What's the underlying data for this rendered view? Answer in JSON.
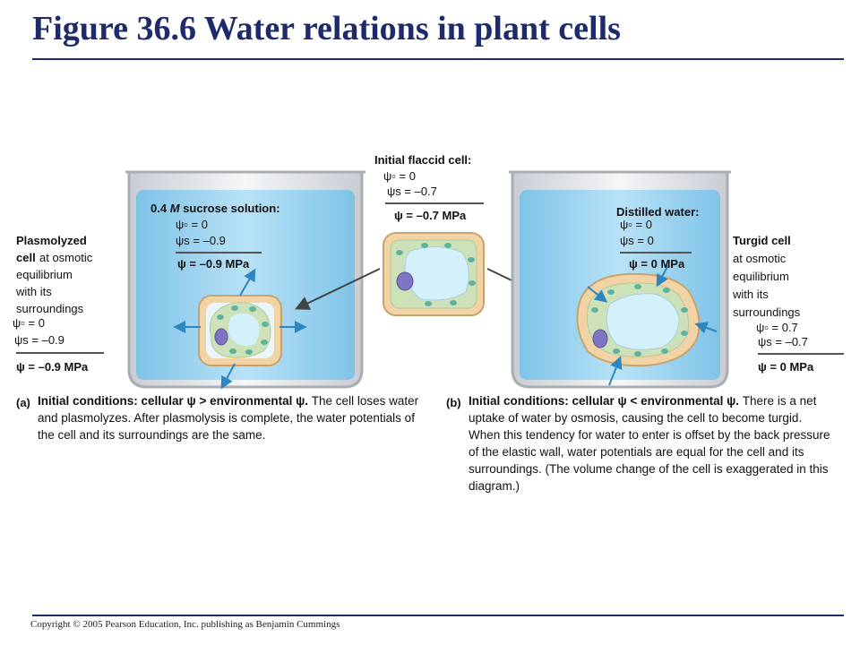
{
  "title": "Figure 36.6 Water relations in plant cells",
  "copyright": "Copyright © 2005 Pearson Education, Inc. publishing as Benjamin Cummings",
  "center": {
    "heading": "Initial flaccid cell:",
    "psi_p": "ψ▫ = 0",
    "psi_s": "ψs = –0.7",
    "psi": "ψ = –0.7 MPa"
  },
  "left_beaker": {
    "heading_amount": "0.4",
    "heading_unit": "M",
    "heading_rest": "sucrose solution:",
    "psi_p": "ψ▫ = 0",
    "psi_s": "ψs = –0.9",
    "psi": "ψ = –0.9 MPa"
  },
  "right_beaker": {
    "heading": "Distilled water:",
    "psi_p": "ψ▫ = 0",
    "psi_s": "ψs = 0",
    "psi": "ψ = 0 MPa"
  },
  "left_cell": {
    "bold": "Plasmolyzed cell",
    "rest": [
      "at osmotic",
      "equilibrium",
      "with its",
      "surroundings"
    ],
    "psi_p": "ψ▫ = 0",
    "psi_s": "ψs = –0.9",
    "psi": "ψ = –0.9 MPa"
  },
  "right_cell": {
    "bold": "Turgid cell",
    "rest": [
      "at osmotic",
      "equilibrium",
      "with its",
      "surroundings"
    ],
    "psi_p": "ψ▫ = 0.7",
    "psi_s": "ψs = –0.7",
    "psi": "ψ = 0 MPa"
  },
  "caption_a": {
    "label": "(a)",
    "bold": "Initial conditions: cellular ψ > environmental ψ.",
    "text": "The cell loses water and plasmolyzes. After plasmolysis is complete, the water potentials of the cell and its surroundings are the same."
  },
  "caption_b": {
    "label": "(b)",
    "bold": "Initial conditions: cellular ψ < environmental ψ.",
    "text": "There is a net uptake of water by osmosis, causing the cell to become turgid. When this tendency for water to enter is offset by the back pressure of the elastic wall, water potentials are equal for the cell and its surroundings. (The volume change of the cell is exaggerated in this diagram.)"
  },
  "colors": {
    "title": "#1f2a6b",
    "water": "#9fd4ef",
    "cell_wall": "#f1d3a6",
    "cytoplasm": "#cde2b8",
    "vacuole": "#d4f0fb",
    "chloroplast": "#5fb39b",
    "nucleus": "#7d74c4",
    "arrow": "#2e86c1"
  }
}
